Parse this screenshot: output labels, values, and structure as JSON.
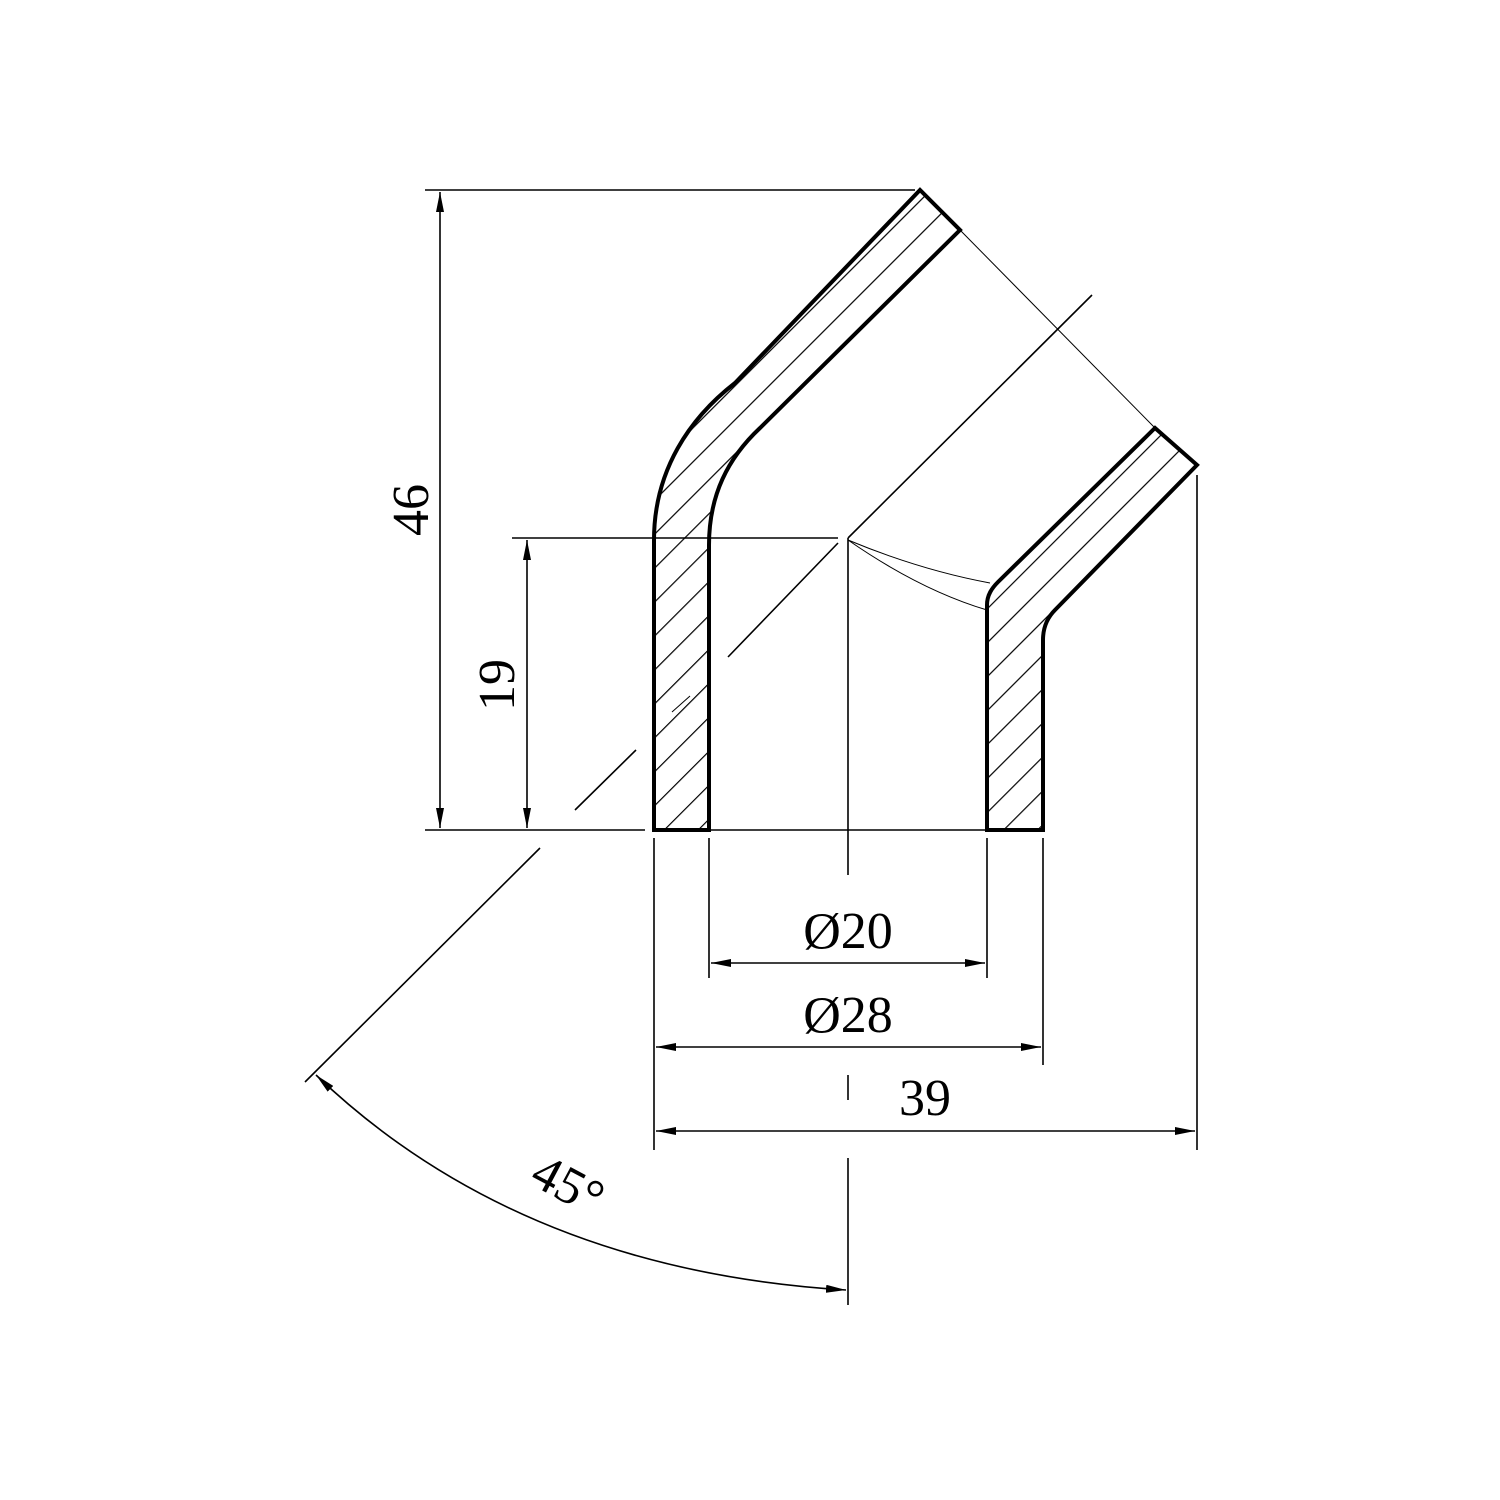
{
  "drawing": {
    "title": "45° pipe elbow cross-section",
    "dimensions": {
      "overall_height": "46",
      "straight_height": "19",
      "inner_diameter": "Ø20",
      "outer_diameter": "Ø28",
      "overall_width": "39",
      "angle": "45°"
    },
    "colors": {
      "line": "#000000",
      "background": "#ffffff"
    }
  }
}
